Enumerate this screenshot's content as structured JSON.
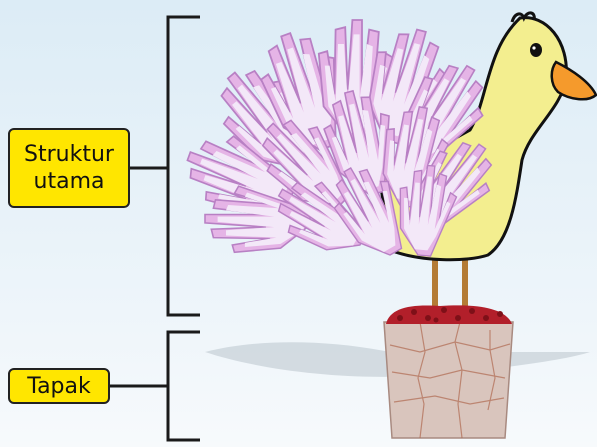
{
  "labels": {
    "main_structure_line1": "Struktur",
    "main_structure_line2": "utama",
    "base": "Tapak"
  },
  "colors": {
    "label_background": "#ffe600",
    "bracket": "#1a1a1a",
    "duck_body": "#f3ee8f",
    "beak": "#f59a2c",
    "feather_hand": "#e5b4e6",
    "pot": "#d9c5bd",
    "gravel": "#b21f2a"
  }
}
